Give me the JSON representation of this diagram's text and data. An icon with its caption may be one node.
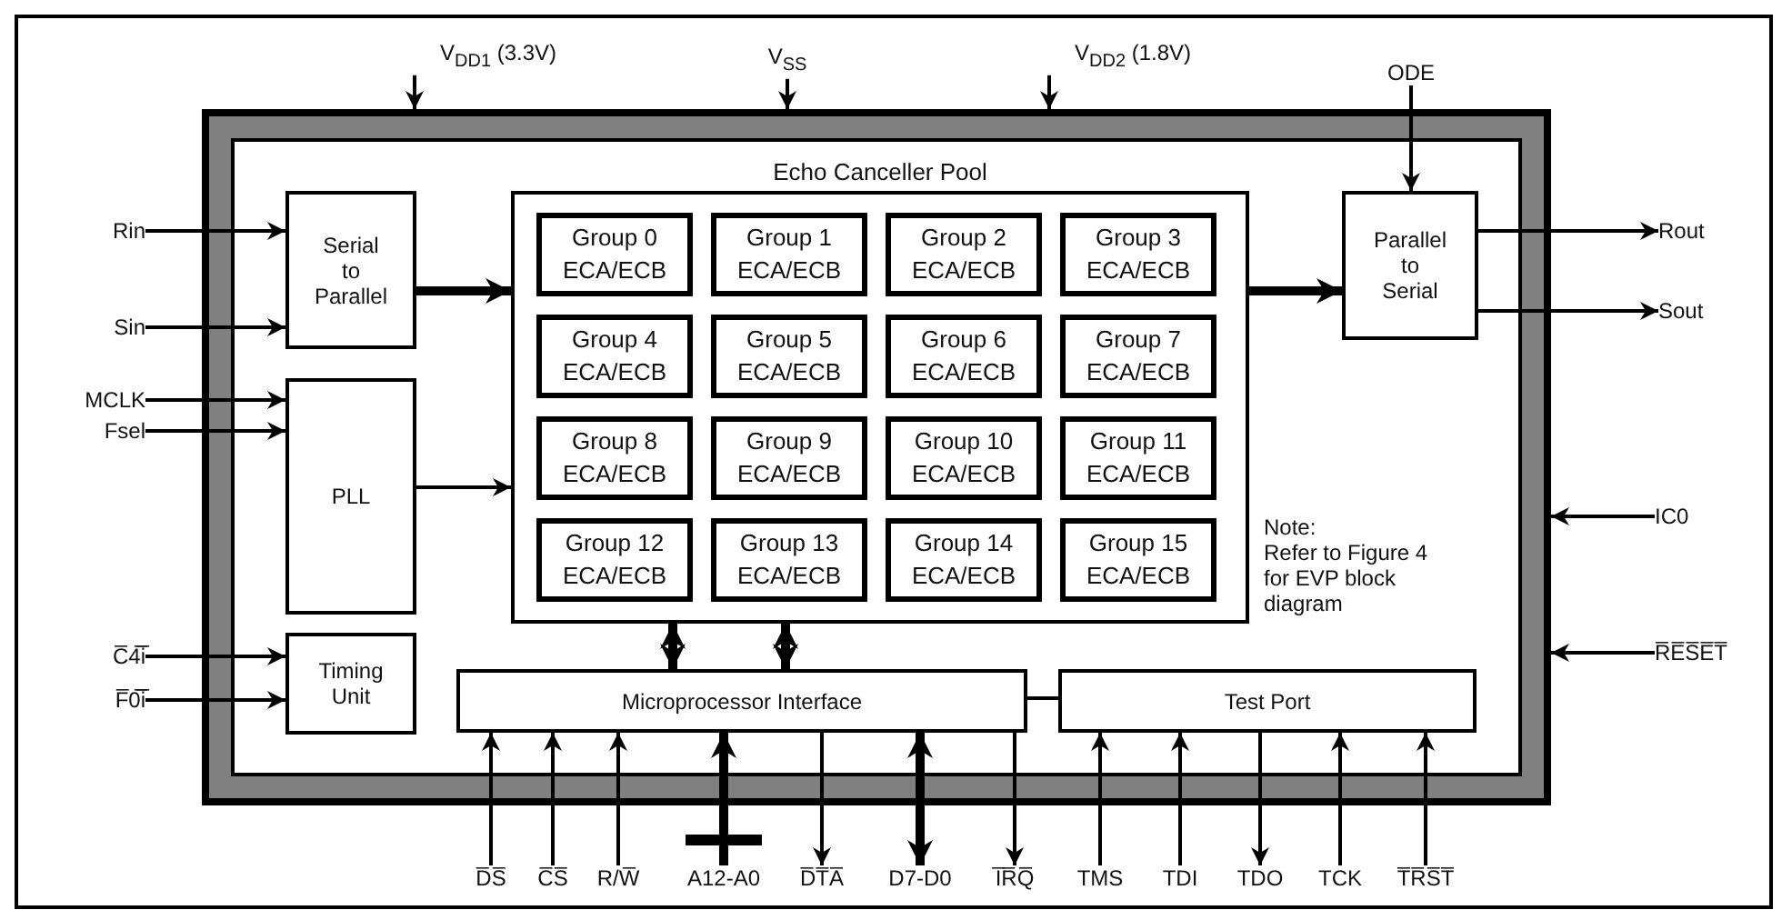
{
  "diagram": {
    "nodes": [
      {
        "text": [],
        "shape": "box"
      },
      {
        "text": [
          "Serial to Parallel"
        ],
        "in": 0
      },
      {
        "text": [
          "PLL"
        ],
        "in": 0
      },
      {
        "text": [
          "Timing Unit"
        ],
        "in": 0
      },
      {
        "text": [
          "Echo Canceller Pool"
        ],
        "in": 0
      },
      {
        "text": [
          "Group 0",
          "ECA/ECB"
        ],
        "in": 4
      },
      {
        "text": [
          "Group 1",
          "ECA/ECB"
        ],
        "in": 4
      },
      {
        "text": [
          "Group 2",
          "ECA/ECB"
        ],
        "in": 4
      },
      {
        "text": [
          "Group 3",
          "ECA/ECB"
        ],
        "in": 4
      },
      {
        "text": [
          "Group 4",
          "ECA/ECB"
        ],
        "in": 4
      },
      {
        "text": [
          "Group 5",
          "ECA/ECB"
        ],
        "in": 4
      },
      {
        "text": [
          "Group 6",
          "ECA/ECB"
        ],
        "in": 4
      },
      {
        "text": [
          "Group 7",
          "ECA/ECB"
        ],
        "in": 4
      },
      {
        "text": [
          "Group 8",
          "ECA/ECB"
        ],
        "in": 4
      },
      {
        "text": [
          "Group 9",
          "ECA/ECB"
        ],
        "in": 4
      },
      {
        "text": [
          "Group 10",
          "ECA/ECB"
        ],
        "in": 4
      },
      {
        "text": [
          "Group 11",
          "ECA/ECB"
        ],
        "in": 4
      },
      {
        "text": [
          "Group 12",
          "ECA/ECB"
        ],
        "in": 4
      },
      {
        "text": [
          "Group 13",
          "ECA/ECB"
        ],
        "in": 4
      },
      {
        "text": [
          "Group 14",
          "ECA/ECB"
        ],
        "in": 4
      },
      {
        "text": [
          "Group 15",
          "ECA/ECB"
        ],
        "in": 4
      },
      {
        "text": [
          "Parallel to Serial"
        ],
        "in": 0
      },
      {
        "text": [
          "Microprocessor Interface"
        ],
        "in": 0
      },
      {
        "text": [
          "Test Port"
        ],
        "in": 0
      },
      {
        "text": [
          "V$_{DD1}$ (3.3V)"
        ]
      },
      {
        "text": [
          "V$_{SS}$"
        ]
      },
      {
        "text": [
          "V$_{DD2}$ (1.8V)"
        ]
      },
      {
        "text": [
          "ODE"
        ]
      },
      {
        "text": [
          "Rin"
        ]
      },
      {
        "text": [
          "Sin"
        ]
      },
      {
        "text": [
          "MCLK"
        ]
      },
      {
        "text": [
          "Fsel"
        ]
      },
      {
        "text": [
          "C̅4̅i̅"
        ]
      },
      {
        "text": [
          "F̅0̅i̅"
        ]
      },
      {
        "text": [
          "Rout"
        ]
      },
      {
        "text": [
          "Sout"
        ]
      },
      {
        "text": [
          "IC0"
        ]
      },
      {
        "text": [
          "R̅E̅S̅E̅T̅"
        ]
      },
      {
        "text": [
          "D̅S̅"
        ]
      },
      {
        "text": [
          "C̅S̅"
        ]
      },
      {
        "text": [
          "R/W̅"
        ]
      },
      {
        "text": [
          "A12-A0"
        ]
      },
      {
        "text": [
          "D̅T̅A̅"
        ]
      },
      {
        "text": [
          "D7-D0"
        ]
      },
      {
        "text": [
          "I̅R̅Q̅"
        ]
      },
      {
        "text": [
          "TMS"
        ]
      },
      {
        "text": [
          "TDI"
        ]
      },
      {
        "text": [
          "TDO"
        ]
      },
      {
        "text": [
          "TCK"
        ]
      },
      {
        "text": [
          "T̅R̅S̅T̅"
        ]
      }
    ],
    "edges": [
      {
        "from": 28,
        "to": 1,
        "arrow": "to"
      },
      {
        "from": 29,
        "to": 1,
        "arrow": "to"
      },
      {
        "from": 30,
        "to": 2,
        "arrow": "to"
      },
      {
        "from": 31,
        "to": 2,
        "arrow": "to"
      },
      {
        "from": 32,
        "to": 3,
        "arrow": "to"
      },
      {
        "from": 33,
        "to": 3,
        "arrow": "to"
      },
      {
        "from": 1,
        "to": 4,
        "arrow": "to",
        "style": "thick"
      },
      {
        "from": 2,
        "to": 4,
        "arrow": "to"
      },
      {
        "from": 4,
        "to": 21,
        "arrow": "to",
        "style": "thick"
      },
      {
        "from": 21,
        "to": 34,
        "arrow": "to"
      },
      {
        "from": 21,
        "to": 35,
        "arrow": "to"
      },
      {
        "from": 27,
        "to": 21,
        "arrow": "to"
      },
      {
        "from": 24,
        "to": 0,
        "arrow": "to"
      },
      {
        "from": 25,
        "to": 0,
        "arrow": "to"
      },
      {
        "from": 26,
        "to": 0,
        "arrow": "to"
      },
      {
        "from": 36,
        "to": 0,
        "arrow": "to"
      },
      {
        "from": 37,
        "to": 0,
        "arrow": "to"
      },
      {
        "from": 4,
        "to": 22,
        "arrow": "both",
        "style": "thick"
      },
      {
        "from": 4,
        "to": 22,
        "arrow": "both",
        "style": "thick"
      },
      {
        "from": 22,
        "to": 23,
        "arrow": "none"
      },
      {
        "from": 38,
        "to": 22,
        "arrow": "to"
      },
      {
        "from": 39,
        "to": 22,
        "arrow": "to"
      },
      {
        "from": 40,
        "to": 22,
        "arrow": "to"
      },
      {
        "from": 41,
        "to": 22,
        "arrow": "to",
        "style": "thick"
      },
      {
        "from": 22,
        "to": 42,
        "arrow": "to"
      },
      {
        "from": 22,
        "to": 43,
        "arrow": "both",
        "style": "thick"
      },
      {
        "from": 22,
        "to": 44,
        "arrow": "to"
      },
      {
        "from": 45,
        "to": 23,
        "arrow": "to"
      },
      {
        "from": 46,
        "to": 23,
        "arrow": "to"
      },
      {
        "from": 23,
        "to": 47,
        "arrow": "to"
      },
      {
        "from": 48,
        "to": 23,
        "arrow": "to"
      },
      {
        "from": 49,
        "to": 23,
        "arrow": "to"
      }
    ],
    "labels": [
      "Note:",
      "Refer to Figure 4 for EVP block diagram"
    ]
  }
}
